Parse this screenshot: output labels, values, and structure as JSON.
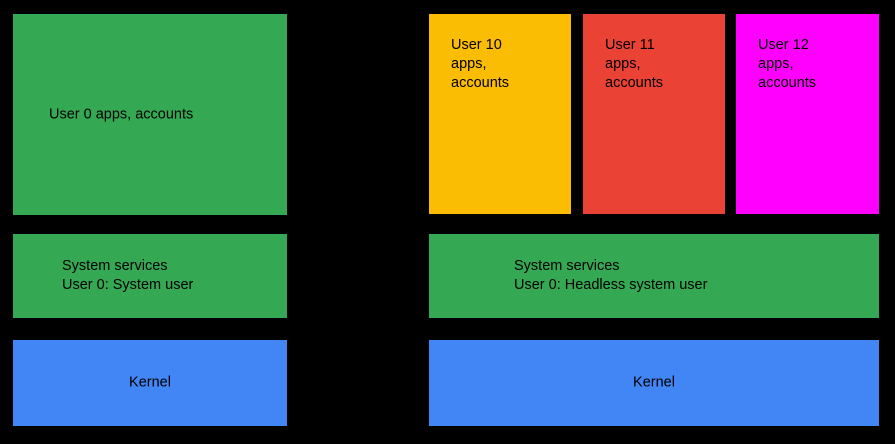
{
  "diagram": {
    "background_color": "#000000",
    "text_color": "#000000",
    "palette": {
      "green": "#34A853",
      "blue": "#4285F4",
      "yellow": "#FBBC04",
      "red": "#EA4335",
      "magenta": "#FF00FF"
    },
    "left_stack": {
      "apps_box": {
        "label": "User 0 apps, accounts",
        "color": "#34A853"
      },
      "services_box": {
        "label": "System services\nUser 0: System user",
        "color": "#34A853"
      },
      "kernel_box": {
        "label": "Kernel",
        "color": "#4285F4"
      }
    },
    "right_stack": {
      "user_boxes": [
        {
          "label": "User 10\napps,\naccounts",
          "color": "#FBBC04"
        },
        {
          "label": "User 11\napps,\naccounts",
          "color": "#EA4335"
        },
        {
          "label": "User 12\napps,\naccounts",
          "color": "#FF00FF"
        }
      ],
      "services_box": {
        "label": "System services\nUser 0: Headless system user",
        "color": "#34A853"
      },
      "kernel_box": {
        "label": "Kernel",
        "color": "#4285F4"
      }
    }
  }
}
